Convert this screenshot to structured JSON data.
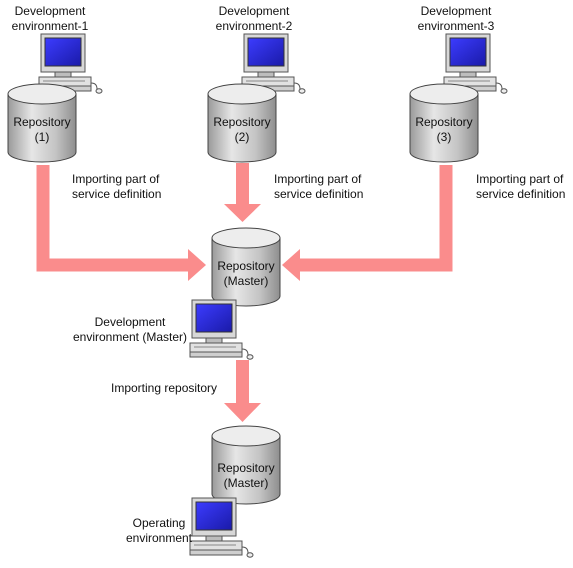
{
  "environments": [
    {
      "name_line1": "Development",
      "name_line2": "environment-1",
      "repo_line1": "Repository",
      "repo_line2": "(1)",
      "import_line1": "Importing part of",
      "import_line2": "service definition"
    },
    {
      "name_line1": "Development",
      "name_line2": "environment-2",
      "repo_line1": "Repository",
      "repo_line2": "(2)",
      "import_line1": "Importing part of",
      "import_line2": "service definition"
    },
    {
      "name_line1": "Development",
      "name_line2": "environment-3",
      "repo_line1": "Repository",
      "repo_line2": "(3)",
      "import_line1": "Importing part of",
      "import_line2": "service definition"
    }
  ],
  "master": {
    "repo_line1": "Repository",
    "repo_line2": "(Master)",
    "env_line1": "Development",
    "env_line2": "environment (Master)"
  },
  "import_repository": "Importing repository",
  "operating": {
    "repo_line1": "Repository",
    "repo_line2": "(Master)",
    "env_line1": "Operating",
    "env_line2": "environment"
  },
  "colors": {
    "arrow": "#fa8c8c",
    "cylinder_body": "#c9c9c9",
    "screen": "#2a2ad6"
  }
}
